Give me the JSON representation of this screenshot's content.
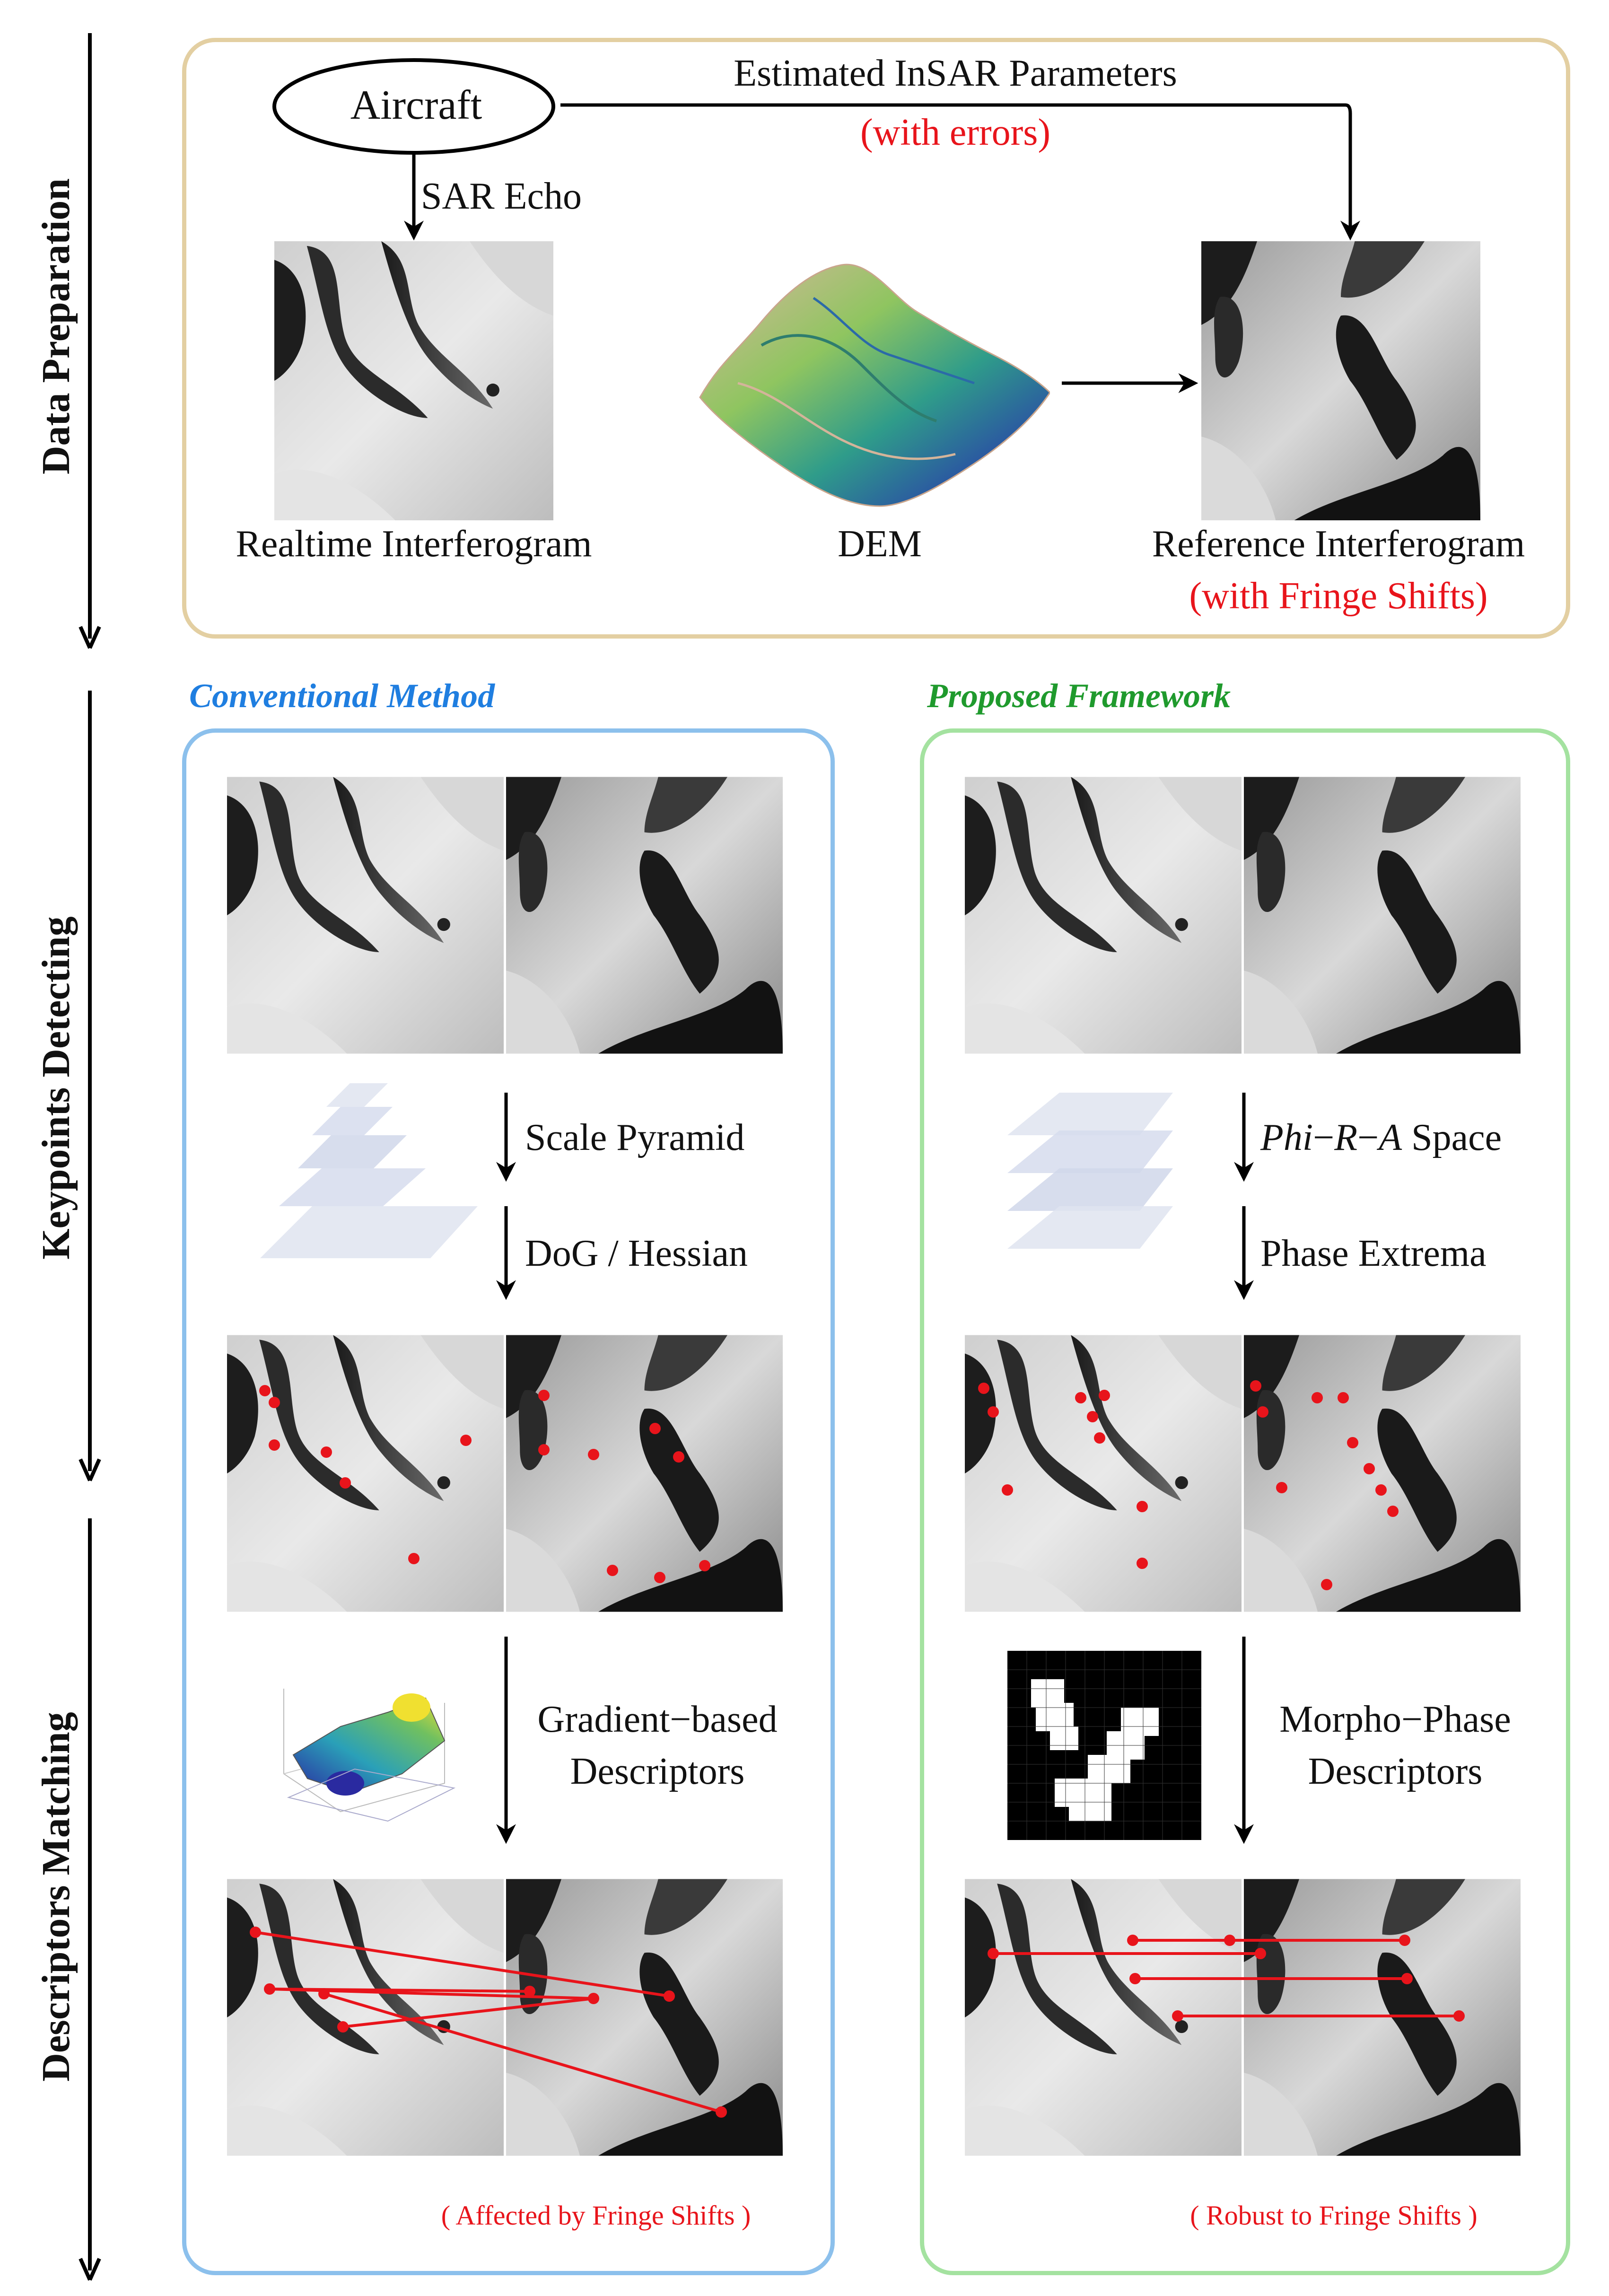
{
  "stages": {
    "data_preparation": "Data Preparation",
    "keypoints_detecting": "Keypoints Detecting",
    "descriptors_matching": "Descriptors Matching"
  },
  "prep": {
    "aircraft": "Aircraft",
    "estimated_params": "Estimated InSAR Parameters",
    "with_errors": "(with errors)",
    "sar_echo": "SAR Echo",
    "realtime_label": "Realtime Interferogram",
    "dem_label": "DEM",
    "reference_label": "Reference Interferogram",
    "fringe_shift_note": "(with Fringe Shifts)"
  },
  "conventional": {
    "title": "Conventional Method",
    "step1": "Scale Pyramid",
    "step2": "DoG / Hessian",
    "desc_line1": "Gradient−based",
    "desc_line2": "Descriptors",
    "note": "( Affected by Fringe Shifts )"
  },
  "proposed": {
    "title": "Proposed Framework",
    "step1_italic_a": "Phi",
    "step1_dash1": "−",
    "step1_italic_b": "R",
    "step1_dash2": "−",
    "step1_italic_c": "A",
    "step1_rest": " Space",
    "step2": "Phase Extrema",
    "desc_line1": "Morpho−Phase",
    "desc_line2": "Descriptors",
    "note": "( Robust to Fringe Shifts )"
  },
  "colors": {
    "prep_border": "#e3cfa2",
    "conventional": "#1f7ee0",
    "conventional_border": "#8cc0ec",
    "proposed": "#1f9a2d",
    "proposed_border": "#a4e2a0",
    "accent_red": "#e8141b",
    "layer_fill": "#dfe4f0"
  }
}
